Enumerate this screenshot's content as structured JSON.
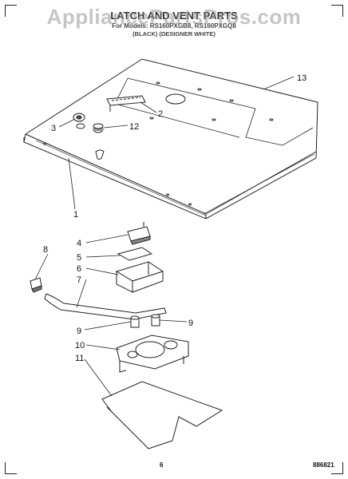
{
  "header": {
    "watermark": "AppliancePartsPros.com",
    "title": "LATCH AND VENT PARTS",
    "models": "For Models: RS160PXGB8, RS160PXGQ8",
    "colors": "(BLACK) (DESIGNER WHITE)"
  },
  "footer": {
    "page_number": "6",
    "part_code": "886821"
  },
  "callouts": [
    {
      "id": "1",
      "label": "1"
    },
    {
      "id": "2",
      "label": "2"
    },
    {
      "id": "3",
      "label": "3"
    },
    {
      "id": "4",
      "label": "4"
    },
    {
      "id": "5",
      "label": "5"
    },
    {
      "id": "6",
      "label": "6"
    },
    {
      "id": "7",
      "label": "7"
    },
    {
      "id": "8",
      "label": "8"
    },
    {
      "id": "9a",
      "label": "9"
    },
    {
      "id": "9b",
      "label": "9"
    },
    {
      "id": "10",
      "label": "10"
    },
    {
      "id": "11",
      "label": "11"
    },
    {
      "id": "12",
      "label": "12"
    },
    {
      "id": "13",
      "label": "13"
    }
  ]
}
